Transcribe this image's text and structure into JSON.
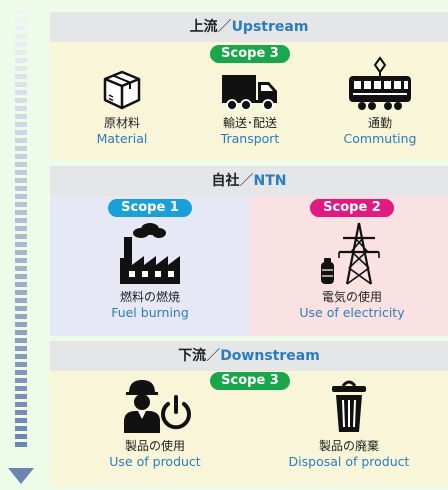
{
  "upstream": {
    "title_jp": "上流",
    "separator": "／",
    "title_en": "Upstream",
    "scope": "Scope 3",
    "items": [
      {
        "jp": "原材料",
        "en": "Material",
        "icon": "box-icon"
      },
      {
        "jp": "輸送･配送",
        "en": "Transport",
        "icon": "truck-icon"
      },
      {
        "jp": "通勤",
        "en": "Commuting",
        "icon": "train-icon"
      }
    ]
  },
  "company": {
    "title_jp": "自社",
    "separator": "／",
    "title_en": "NTN",
    "left": {
      "scope": "Scope 1",
      "jp": "燃料の燃焼",
      "en": "Fuel burning",
      "icon": "factory-icon"
    },
    "right": {
      "scope": "Scope 2",
      "jp": "電気の使用",
      "en": "Use of electricity",
      "icon": "power-tower-icon"
    }
  },
  "downstream": {
    "title_jp": "下流",
    "separator": "／",
    "title_en": "Downstream",
    "scope": "Scope 3",
    "items": [
      {
        "jp": "製品の使用",
        "en": "Use of product",
        "icon": "worker-power-icon"
      },
      {
        "jp": "製品の廃棄",
        "en": "Disposal of product",
        "icon": "trash-can-icon"
      }
    ]
  },
  "colors": {
    "scope1": "#19a0d8",
    "scope2": "#e01a80",
    "scope3": "#1aa64a",
    "english_text": "#2b7cbd"
  }
}
